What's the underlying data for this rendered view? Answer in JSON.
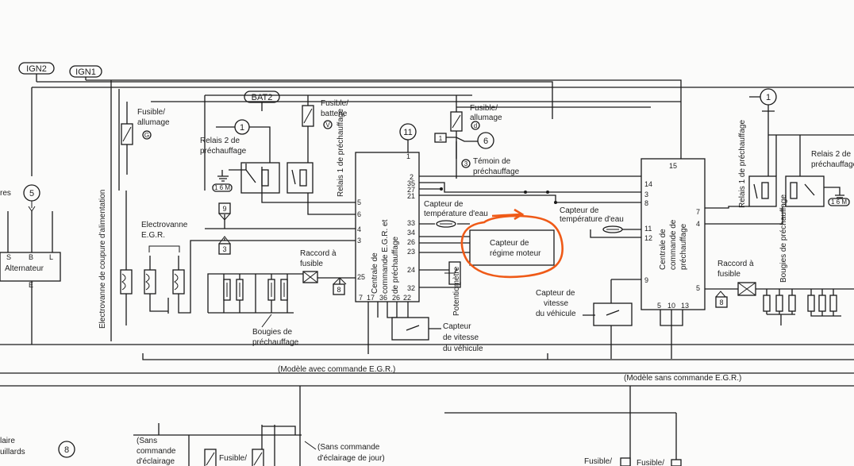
{
  "connectors": {
    "ign2": "IGN2",
    "ign1": "IGN1",
    "bat2": "BAT2",
    "c1": "1",
    "c5": "5",
    "c6": "6",
    "c8": "8",
    "c9": "9",
    "c3": "3",
    "c11": "11",
    "c6b": "6",
    "c1m_a": "1 6 M",
    "c1m_b": "1 6 M",
    "cd": "d",
    "cv": "V",
    "cg": "G",
    "c3small": "3",
    "c1tag": "1"
  },
  "labels": {
    "fusible_allumage": [
      "Fusible/",
      "allumage"
    ],
    "fusible_batterie": [
      "Fusible/",
      "batterie"
    ],
    "fusible_allumage_d": [
      "Fusible/",
      "allumage"
    ],
    "relais2_left": [
      "Relais 2 de",
      "préchauffage"
    ],
    "relais1_vertical": "Relais 1 de préchauffage",
    "temoin": [
      "Témoin de",
      "préchauffage"
    ],
    "electrovanne_egr": [
      "Electrovanne",
      "E.G.R."
    ],
    "electrovanne_coupure": "Electrovanne de coupure d'alimentation",
    "alternateur": "Alternateur",
    "alt_terminals": [
      "S",
      "B",
      "L"
    ],
    "alt_e": "E",
    "res_left": "res",
    "raccord_fusible_left": [
      "Raccord à",
      "fusible"
    ],
    "bougies_left": [
      "Bougies de",
      "préchauffage"
    ],
    "centrale_egr_vertical": [
      "Centrale de",
      "commande E.G.R. et",
      "de préchauffage"
    ],
    "capteur_temp_left": [
      "Capteur de",
      "température d'eau"
    ],
    "capteur_regime": [
      "Capteur de",
      "régime moteur"
    ],
    "potentiometre": "Potentiomètre",
    "capteur_vitesse_left": [
      "Capteur",
      "de vitesse",
      "du véhicule"
    ],
    "capteur_temp_right": [
      "Capteur de",
      "température d'eau"
    ],
    "capteur_vitesse_right": [
      "Capteur de",
      "vitesse",
      "du véhicule"
    ],
    "centrale_right_vertical": [
      "Centrale de",
      "commande de",
      "préchauffage"
    ],
    "relais1_right_vertical": "Relais 1 de préchauffage",
    "relais2_right": [
      "Relais 2 de",
      "préchauffage"
    ],
    "raccord_fusible_right": [
      "Raccord à",
      "fusible"
    ],
    "bougies_right_vertical": "Bougies de préchauffage",
    "modele_avec": "(Modèle avec commande E.G.R.)",
    "modele_sans": "(Modèle sans commande E.G.R.)",
    "sans_commande_eclairage": [
      "(Sans",
      "commande",
      "d'éclairage"
    ],
    "sans_commande_jour": [
      "(Sans commande",
      "d'éclairage de jour)"
    ],
    "fusible_bottom_mid": "Fusible/",
    "fusible_bottom_right_a": "Fusible/",
    "fusible_bottom_right_b": "Fusible/",
    "left_frag_top": "laire",
    "left_frag_bot": "uillards"
  },
  "pins": {
    "left_unit_left": [
      "5",
      "6",
      "4",
      "3",
      "25"
    ],
    "left_unit_right": [
      "1",
      "2",
      "35",
      "27",
      "21",
      "33",
      "34",
      "26",
      "23",
      "24",
      "32"
    ],
    "left_unit_bottom": [
      "7",
      "17",
      "36",
      "26",
      "22"
    ],
    "right_unit_left": [
      "14",
      "3",
      "8",
      "11",
      "12",
      "9"
    ],
    "right_unit_right": [
      "7",
      "4",
      "5"
    ],
    "right_unit_top": "15",
    "right_unit_bottom": [
      "5",
      "10",
      "13"
    ]
  },
  "colors": {
    "highlight": "#ef5a17",
    "ink": "#1a1a1a",
    "paper": "#fbfbfa"
  }
}
